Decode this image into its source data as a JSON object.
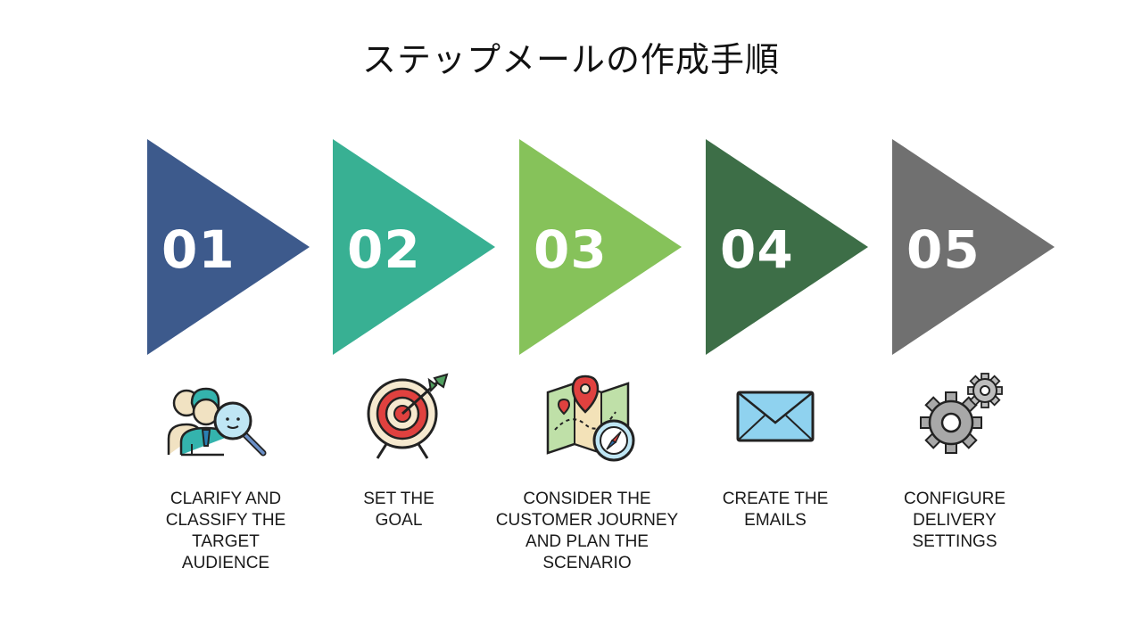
{
  "title": "ステップメールの作成手順",
  "steps": [
    {
      "number": "01",
      "label": "CLARIFY AND\nCLASSIFY THE\nTARGET\nAUDIENCE",
      "color": "#3d5a8c",
      "icon": "audience-search-icon"
    },
    {
      "number": "02",
      "label": "SET THE\nGOAL",
      "color": "#38b093",
      "icon": "target-goal-icon"
    },
    {
      "number": "03",
      "label": "CONSIDER THE\nCUSTOMER JOURNEY\nAND PLAN THE\nSCENARIO",
      "color": "#86c25a",
      "icon": "map-compass-icon"
    },
    {
      "number": "04",
      "label": "CREATE THE\nEMAILS",
      "color": "#3d6e47",
      "icon": "envelope-icon"
    },
    {
      "number": "05",
      "label": "CONFIGURE\nDELIVERY\nSETTINGS",
      "color": "#707070",
      "icon": "gears-icon"
    }
  ]
}
